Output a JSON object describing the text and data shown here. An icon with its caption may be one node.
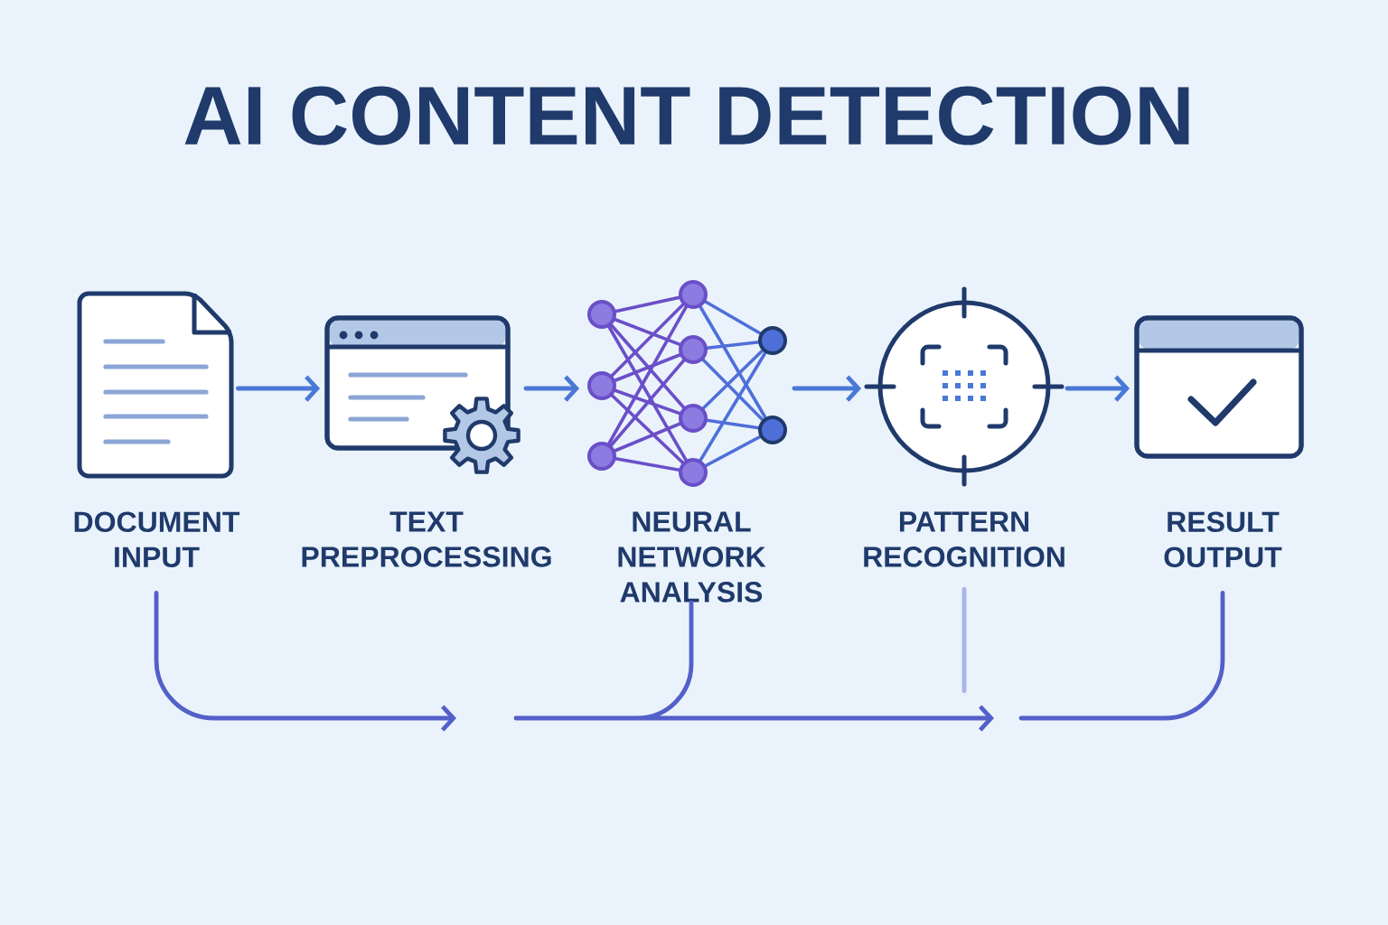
{
  "diagram": {
    "title": "AI CONTENT DETECTION",
    "nodes": [
      {
        "text": [
          "DOCUMENT INPUT"
        ]
      },
      {
        "text": [
          "TEXT PREPROCESSING"
        ]
      },
      {
        "text": [
          "NEURAL NETWORK ANALYSIS"
        ]
      },
      {
        "text": [
          "PATTERN RECOGNITION"
        ]
      },
      {
        "text": [
          "RESULT OUTPUT"
        ]
      }
    ],
    "edges": [
      {
        "from": 0,
        "to": 1,
        "arrow": "to"
      },
      {
        "from": 1,
        "to": 2,
        "arrow": "to"
      },
      {
        "from": 2,
        "to": 3,
        "arrow": "to"
      },
      {
        "from": 3,
        "to": 4,
        "arrow": "to"
      },
      {
        "from": 0,
        "to": null,
        "arrow": "to",
        "color": "#5360c9"
      },
      {
        "from": 2,
        "to": null,
        "arrow": "to",
        "color": "#5360c9"
      },
      {
        "from": 3,
        "to": null,
        "arrow": "none",
        "color": "#a9b6ea"
      },
      {
        "from": null,
        "to": 4,
        "arrow": "none",
        "color": "#5360c9"
      }
    ]
  }
}
